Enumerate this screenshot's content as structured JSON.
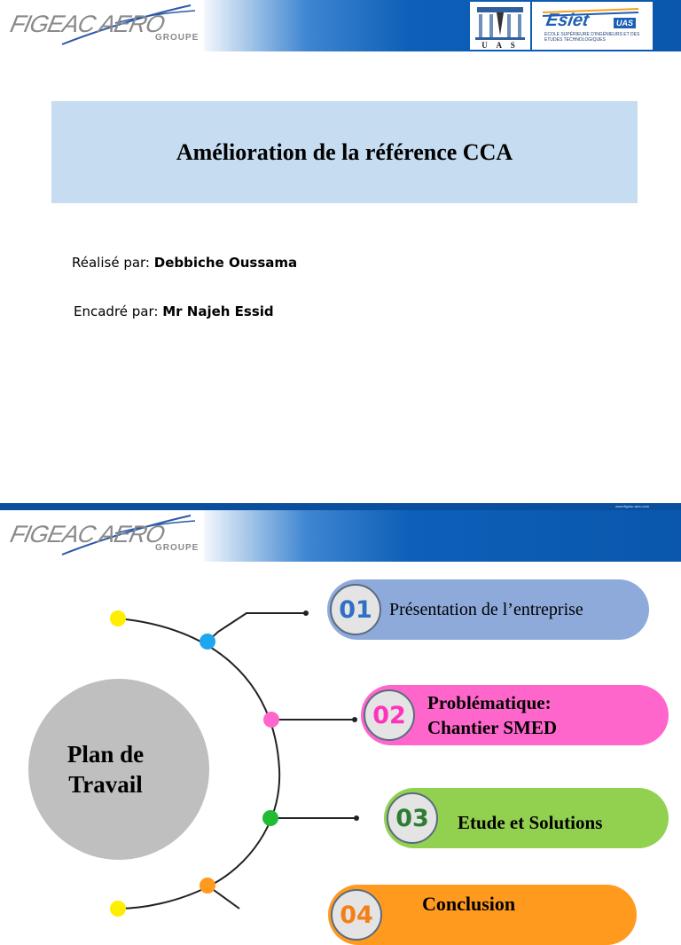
{
  "slide1": {
    "logo": {
      "name": "FIGEAC AERO",
      "sub": "GROUPE"
    },
    "partner_logo_uas": "U A S",
    "partner_logo_esiet": {
      "name": "Esiet",
      "badge": "UAS",
      "subtitle": "Ecole Supérieure d'Ingénieurs et des Etudes Technologiques"
    },
    "title": "Amélioration de la référence CCA",
    "realise_label": "Réalisé par: ",
    "realise_name": "Debbiche Oussama",
    "encadre_label": "Encadré par: ",
    "encadre_name": "Mr Najeh Essid"
  },
  "slide2": {
    "logo": {
      "name": "FIGEAC AERO",
      "sub": "GROUPE"
    },
    "url": "www.figeac-aero.com",
    "plan_title": "Plan de\nTravail",
    "items": [
      {
        "num": "01",
        "label": "Présentation  de l’entreprise",
        "color": "#8eaadb",
        "dot": "#1ea7ef"
      },
      {
        "num": "02",
        "label": "Problématique:\nChantier SMED",
        "color": "#ff66cc",
        "dot": "#ff66cc"
      },
      {
        "num": "03",
        "label": "Etude et Solutions",
        "color": "#92d050",
        "dot": "#22bb33"
      },
      {
        "num": "04",
        "label": "Conclusion",
        "color": "#ff9a1f",
        "dot": "#ff9a1f"
      }
    ],
    "accent_dot": "#ffee00"
  }
}
